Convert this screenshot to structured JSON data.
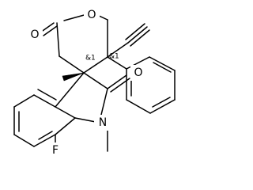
{
  "molecule": {
    "atoms": {
      "o_lactone_carbonyl": "O",
      "o_ring": "O",
      "o_oxindole_carbonyl": "O",
      "n_amide": "N",
      "f_substituent": "F"
    },
    "stereo_labels": {
      "spiro_center": "&1",
      "quaternary_center": "&1"
    }
  }
}
